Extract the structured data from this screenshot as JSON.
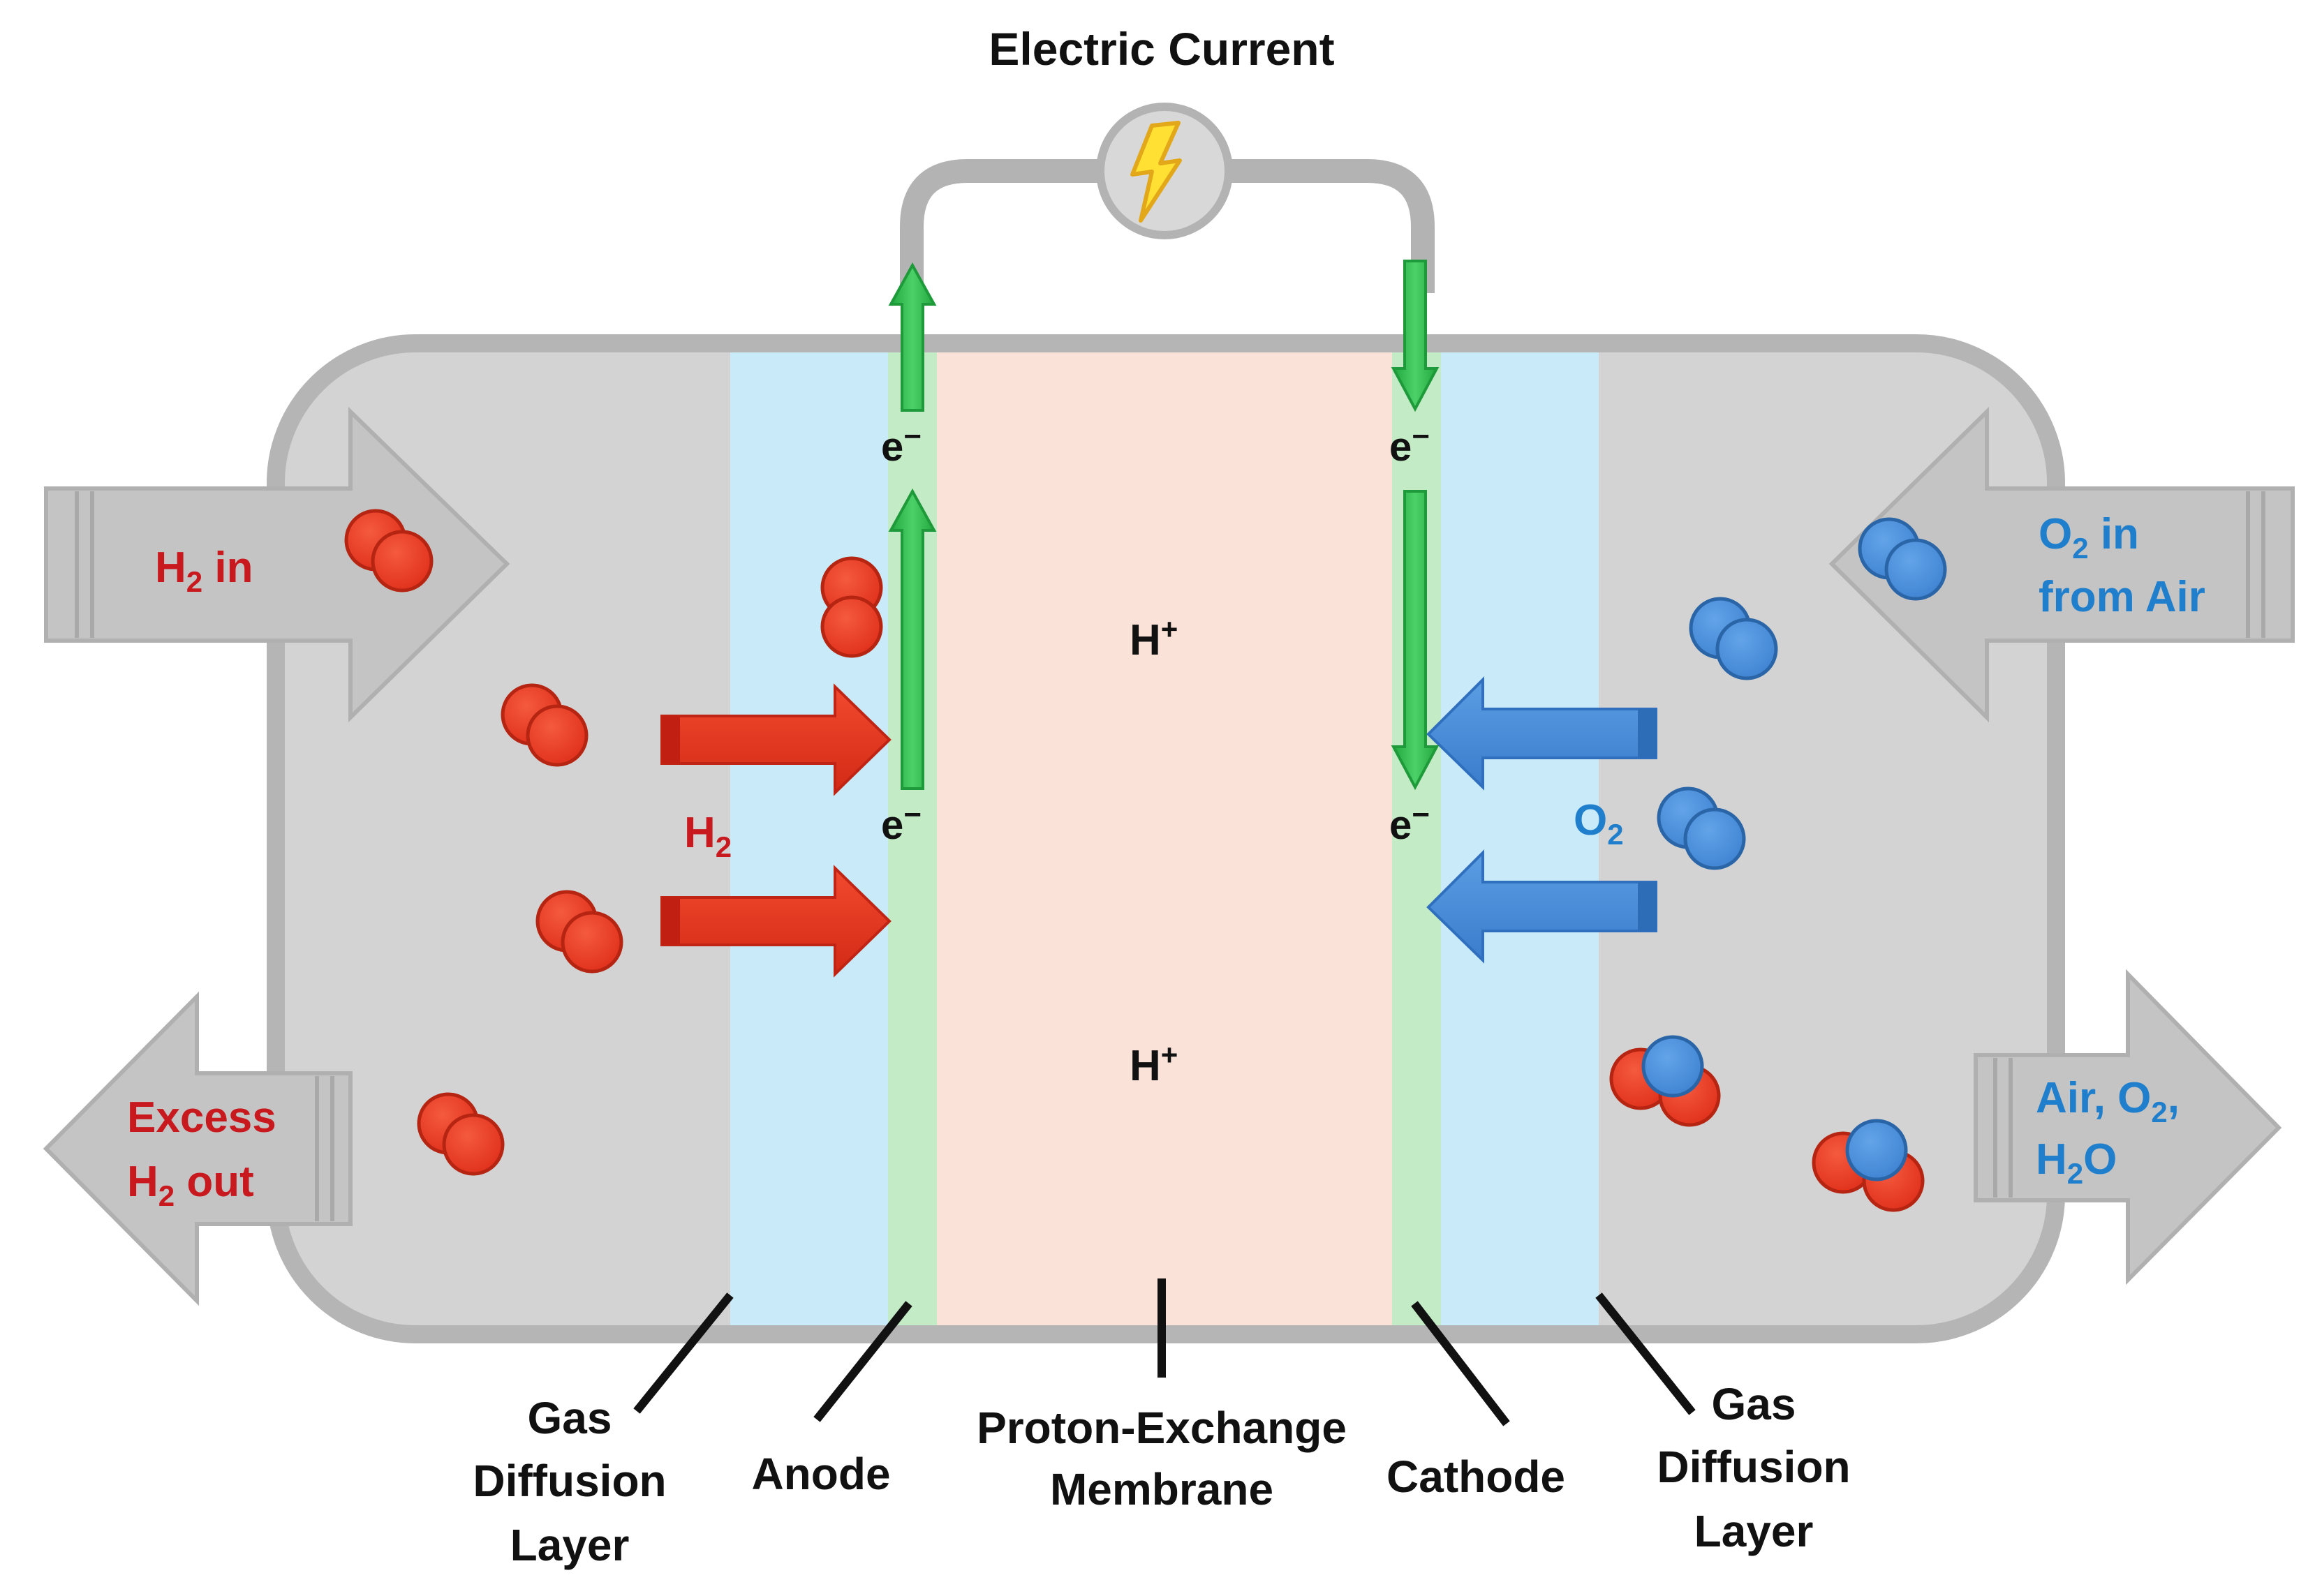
{
  "colors": {
    "housing": "#d3d3d3",
    "housing_border": "#b5b5b5",
    "gas_diffusion_layer": "#c9eaf9",
    "electrode": "#c3ecc6",
    "membrane": "#fae2d8",
    "wire": "#b3b3b3",
    "electron_arrow": "#2fbb4c",
    "electron_arrow_edge": "#1f9a3a",
    "hydrogen": "#e8341f",
    "hydrogen_edge": "#b62412",
    "oxygen": "#4a8fd8",
    "oxygen_edge": "#2a65a8",
    "port_arrow": "#c4c4c4",
    "leader_line": "#111111",
    "label_text": "#111111",
    "hydrogen_text": "#c8191f",
    "oxygen_text": "#1f7fcc",
    "bolt": "#ffe033"
  },
  "icons": {
    "lightning": "lightning-bolt-icon",
    "hydrogen_molecule": "h2-molecule-icon",
    "oxygen_molecule": "o2-molecule-icon",
    "water_molecule": "h2o-molecule-icon"
  },
  "title": "Electric Current",
  "inlets": {
    "h2_in": {
      "main": "H",
      "sub": "2",
      "rest": " in"
    },
    "o2_in": {
      "line1_main": "O",
      "line1_sub": "2",
      "line1_rest": " in",
      "line2": "from Air"
    }
  },
  "outlets": {
    "h2_out": {
      "line1": "Excess",
      "line2_main": "H",
      "line2_sub": "2",
      "line2_rest": " out"
    },
    "air_out": {
      "line1_main": "Air, O",
      "line1_sub": "2",
      "line1_rest": ",",
      "line2_main": "H",
      "line2_sub": "2",
      "line2_rest": "O"
    }
  },
  "species": {
    "h2": {
      "main": "H",
      "sub": "2"
    },
    "o2": {
      "main": "O",
      "sub": "2"
    },
    "proton_main": "H",
    "proton_sup": "+",
    "electron_main": "e",
    "electron_sup": "−"
  },
  "labels": {
    "gdl_left": [
      "Gas",
      "Diffusion",
      "Layer"
    ],
    "anode": "Anode",
    "pem": [
      "Proton-Exchange",
      "Membrane"
    ],
    "cathode": "Cathode",
    "gdl_right": [
      "Gas",
      "Diffusion",
      "Layer"
    ]
  }
}
